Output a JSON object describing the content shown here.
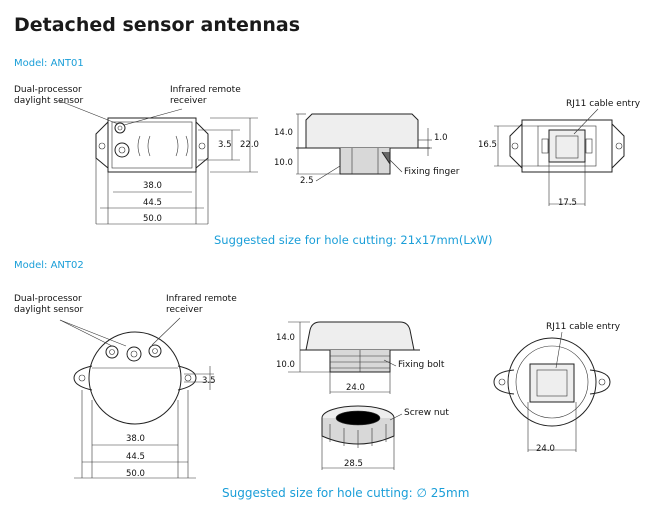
{
  "title": "Detached sensor antennas",
  "ant01": {
    "model": "Model: ANT01",
    "label_sensor_line1": "Dual-processor",
    "label_sensor_line2": "daylight sensor",
    "label_ir_line1": "Infrared remote",
    "label_ir_line2": "receiver",
    "dims_top": {
      "d3_5": "3.5",
      "d22": "22.0",
      "d38": "38.0",
      "d44_5": "44.5",
      "d50": "50.0"
    },
    "dims_side": {
      "d14": "14.0",
      "d10": "10.0",
      "d2_5": "2.5",
      "d1": "1.0",
      "fixing": "Fixing finger"
    },
    "dims_back": {
      "rj11": "RJ11 cable entry",
      "d16_5": "16.5",
      "d17_5": "17.5"
    },
    "caption": "Suggested size for hole cutting: 21x17mm(LxW)"
  },
  "ant02": {
    "model": "Model: ANT02",
    "label_sensor_line1": "Dual-processor",
    "label_sensor_line2": "daylight sensor",
    "label_ir_line1": "Infrared remote",
    "label_ir_line2": "receiver",
    "dims_top": {
      "d3_5": "3.5",
      "d38": "38.0",
      "d44_5": "44.5",
      "d50": "50.0"
    },
    "dims_side": {
      "d14": "14.0",
      "d10": "10.0",
      "d24": "24.0",
      "bolt": "Fixing bolt",
      "nut": "Screw nut",
      "d28_5": "28.5"
    },
    "dims_back": {
      "rj11": "RJ11 cable entry",
      "d24": "24.0"
    },
    "caption": "Suggested size for hole cutting: ∅ 25mm"
  }
}
